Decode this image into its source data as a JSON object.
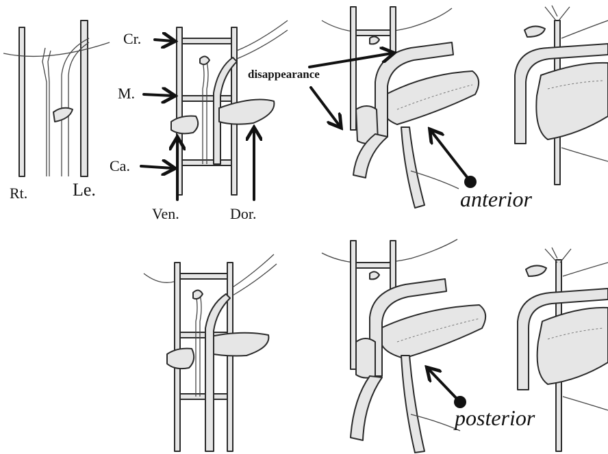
{
  "labels": {
    "cr": "Cr.",
    "m": "M.",
    "ca": "Ca.",
    "rt": "Rt.",
    "le": "Le.",
    "ven": "Ven.",
    "dor": "Dor.",
    "disappearance": "disappearance",
    "anterior": "anterior",
    "posterior": "posterior"
  }
}
